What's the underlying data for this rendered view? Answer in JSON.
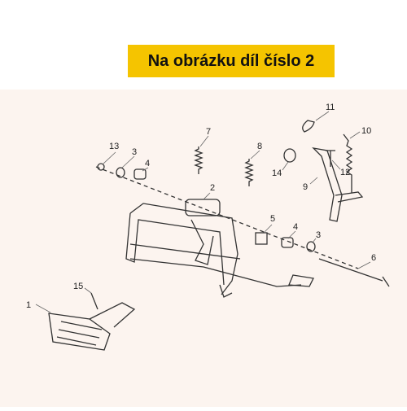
{
  "banner": {
    "text": "Na obrázku díl číslo 2"
  },
  "colors": {
    "banner_bg": "#f5c400",
    "diagram_bg": "#fcf4ef",
    "line": "#333333"
  },
  "callouts": [
    "1",
    "2",
    "3",
    "3",
    "4",
    "4",
    "5",
    "6",
    "7",
    "8",
    "9",
    "10",
    "11",
    "12",
    "13",
    "14",
    "15"
  ]
}
